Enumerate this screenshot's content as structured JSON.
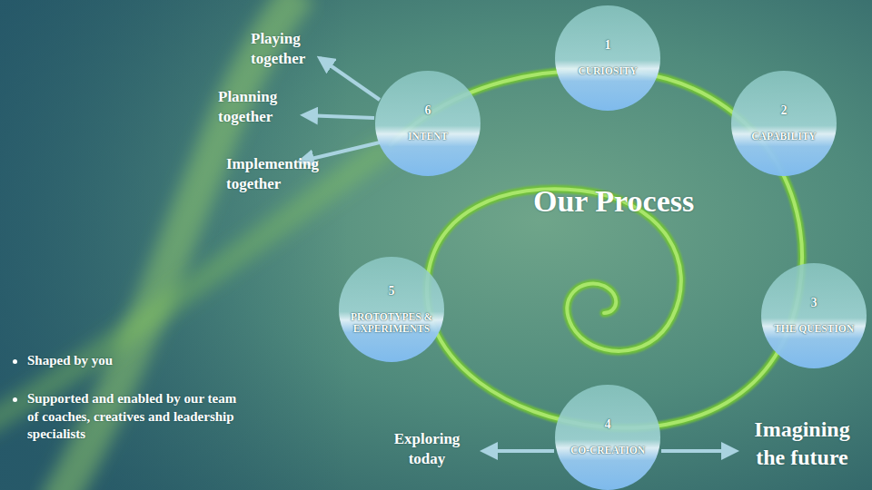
{
  "diagram": {
    "title": "Our Process",
    "nodes": [
      {
        "text": [
          "1",
          "CURIOSITY"
        ]
      },
      {
        "text": [
          "2",
          "CAPABILITY"
        ]
      },
      {
        "text": [
          "3",
          "THE QUESTION"
        ]
      },
      {
        "text": [
          "4",
          "CO-CREATION"
        ]
      },
      {
        "text": [
          "5",
          "PROTOTYPES & EXPERIMENTS"
        ]
      },
      {
        "text": [
          "6",
          "INTENT"
        ]
      }
    ],
    "labels": [
      "Playing together",
      "Planning together",
      "Implementing together",
      "Exploring today",
      "Imagining the future",
      "Shaped by you",
      "Supported and enabled by our team of coaches, creatives and leadership specialists"
    ]
  }
}
